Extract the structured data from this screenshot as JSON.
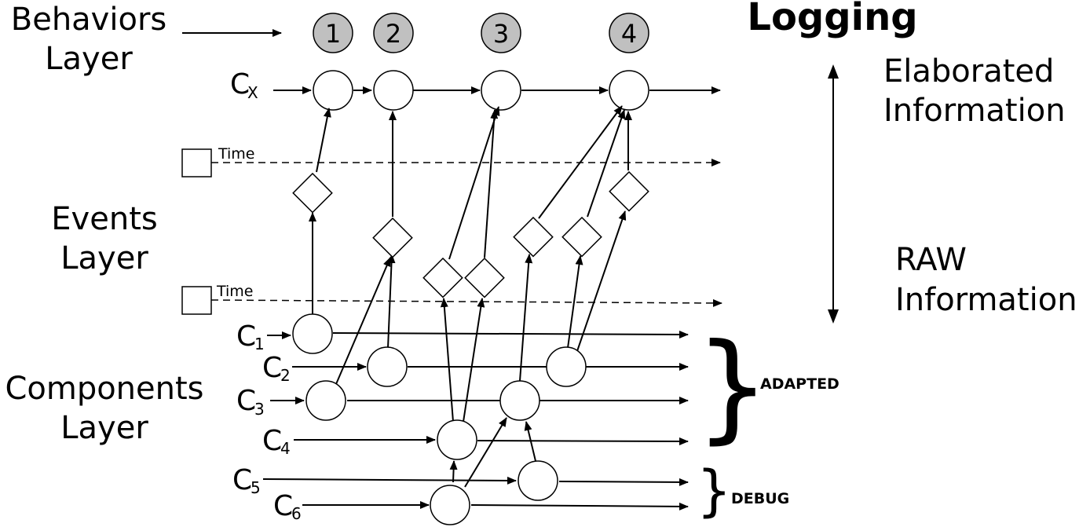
{
  "layers": {
    "behaviors_line1": "Behaviors",
    "behaviors_line2": "Layer",
    "events_line1": "Events",
    "events_line2": "Layer",
    "components_line1": "Components",
    "components_line2": "Layer"
  },
  "logging": {
    "title": "Logging",
    "elaborated_line1": "Elaborated",
    "elaborated_line2": "Information",
    "raw_line1": "RAW",
    "raw_line2": "Information"
  },
  "behaviors": [
    "1",
    "2",
    "3",
    "4"
  ],
  "time_label": "Time",
  "cx": {
    "base": "C",
    "sub": "X"
  },
  "components": [
    {
      "base": "C",
      "sub": "1"
    },
    {
      "base": "C",
      "sub": "2"
    },
    {
      "base": "C",
      "sub": "3"
    },
    {
      "base": "C",
      "sub": "4"
    },
    {
      "base": "C",
      "sub": "5"
    },
    {
      "base": "C",
      "sub": "6"
    }
  ],
  "groups": {
    "adapted": "ADAPTED",
    "debug": "DEBUG"
  }
}
